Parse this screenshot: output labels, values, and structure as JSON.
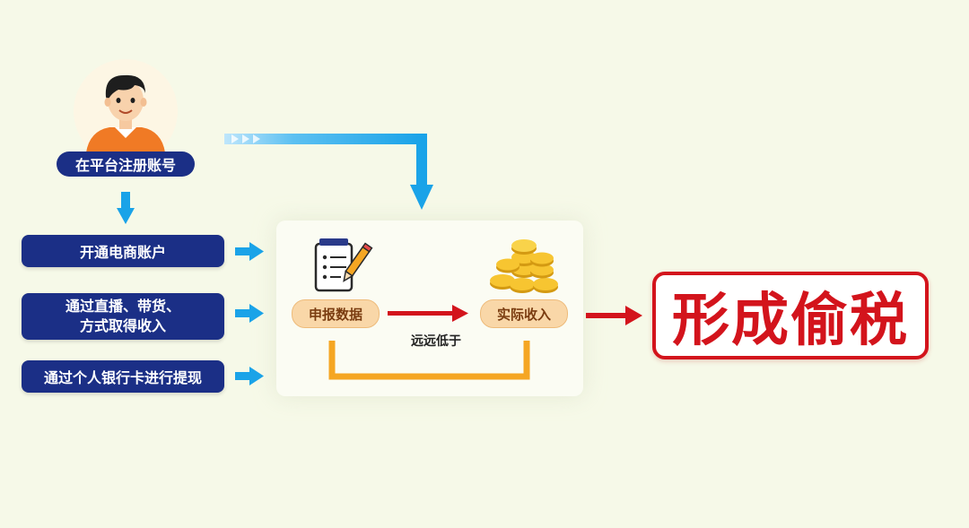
{
  "steps": {
    "register": "在平台注册账号",
    "open_account": "开通电商账户",
    "income_line1": "通过直播、带货、",
    "income_line2": "方式取得收入",
    "withdraw": "通过个人银行卡进行提现"
  },
  "panel": {
    "declared": "申报数据",
    "actual": "实际收入",
    "relation": "远远低于"
  },
  "result": "形成偷税",
  "colors": {
    "navy": "#1b2f86",
    "arrow_blue": "#1aa3e8",
    "arrow_red": "#d3141c",
    "orange_bracket": "#f5a623",
    "peach": "#f9d7a8"
  },
  "icons": [
    "person-avatar-icon",
    "notepad-pencil-icon",
    "gold-coins-icon"
  ]
}
